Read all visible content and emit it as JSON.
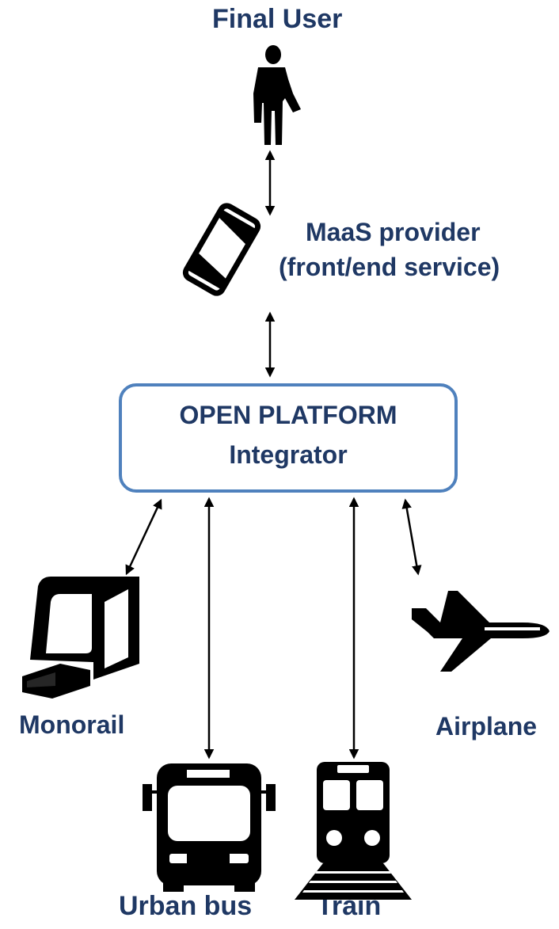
{
  "labels": {
    "final_user": "Final User",
    "maas_line1": "MaaS provider",
    "maas_line2": "(front/end service)",
    "monorail": "Monorail",
    "airplane": "Airplane",
    "urban_bus": "Urban bus",
    "train": "Train"
  },
  "platform": {
    "line1": "OPEN PLATFORM",
    "line2": "Integrator"
  },
  "colors": {
    "text": "#1f3864",
    "box_border": "#4f81bd",
    "icon": "#000000"
  },
  "icons": [
    "person-icon",
    "smartphone-icon",
    "monorail-icon",
    "airplane-icon",
    "bus-icon",
    "train-icon"
  ]
}
